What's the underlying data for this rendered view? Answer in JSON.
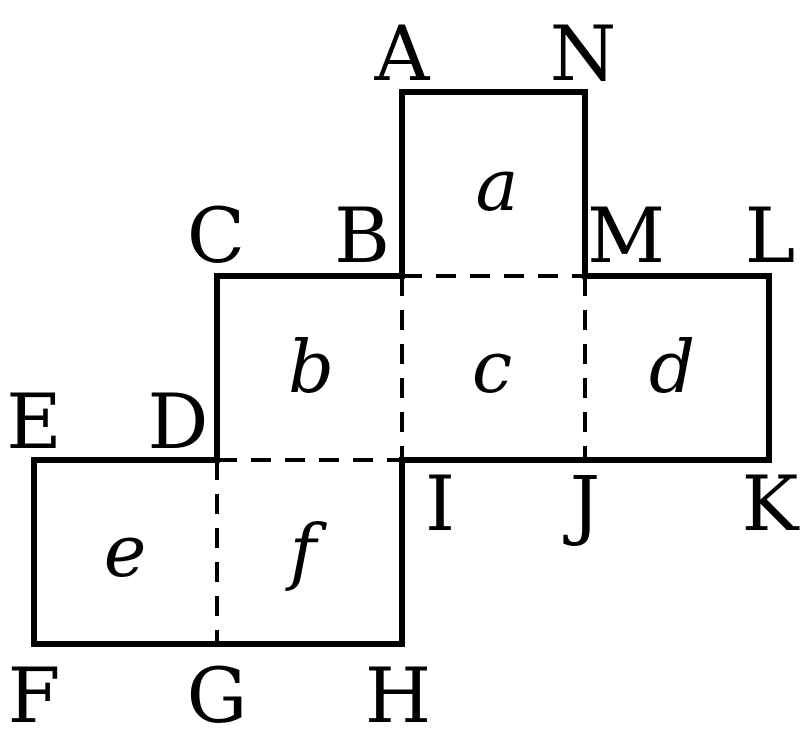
{
  "vertices": {
    "A": "A",
    "N": "N",
    "C": "C",
    "B": "B",
    "M": "M",
    "L": "L",
    "E": "E",
    "D": "D",
    "I": "I",
    "J": "J",
    "K": "K",
    "F": "F",
    "G": "G",
    "H": "H"
  },
  "faces": {
    "a": "a",
    "b": "b",
    "c": "c",
    "d": "d",
    "e": "e",
    "f": "f"
  }
}
